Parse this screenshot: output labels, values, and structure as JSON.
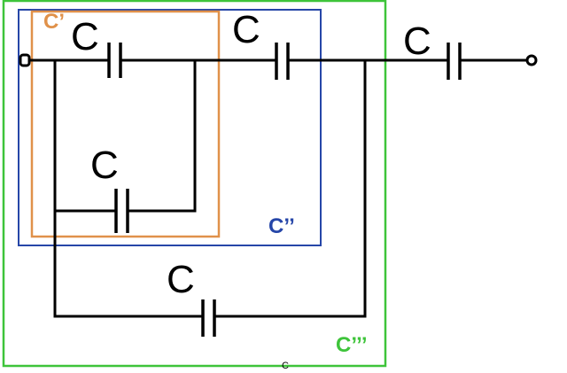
{
  "diagram": {
    "capacitor_label": "C",
    "group_labels": {
      "inner": "C’",
      "middle": "C’’",
      "outer": "C’’’"
    },
    "footer_label": "C",
    "colors": {
      "wire": "#000000",
      "inner_box": "#e0914a",
      "middle_box": "#2646a8",
      "outer_box": "#3ec43a"
    }
  }
}
